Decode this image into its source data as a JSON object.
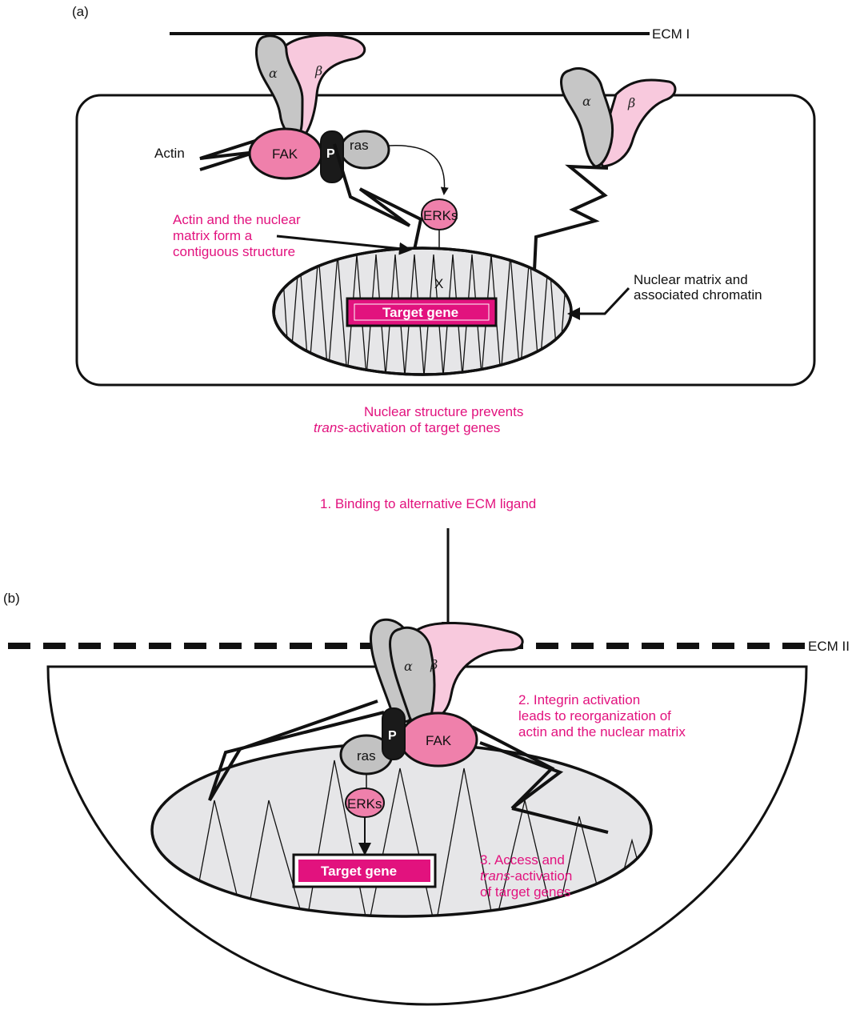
{
  "panel_a": {
    "label": "(a)",
    "ecm_label": "ECM I",
    "alpha": "α",
    "beta": "β",
    "alpha2": "α",
    "beta2": "β",
    "actin_label": "Actin",
    "fak": "FAK",
    "p": "P",
    "ras": "ras",
    "erks": "ERKs",
    "block_mark": "X",
    "target_gene": "Target gene",
    "actin_note": [
      "Actin and the nuclear",
      "matrix form a",
      "contiguous structure"
    ],
    "matrix_note": [
      "Nuclear matrix and",
      "associated chromatin"
    ],
    "caption_line1": "Nuclear structure prevents",
    "caption_italic": "trans",
    "caption_rest": "-activation of target genes"
  },
  "transition": {
    "step1": "1. Binding to alternative ECM ligand"
  },
  "panel_b": {
    "label": "(b)",
    "ecm_label": "ECM II",
    "alpha": "α",
    "beta": "β",
    "fak": "FAK",
    "p": "P",
    "ras": "ras",
    "erks": "ERKs",
    "target_gene": "Target gene",
    "step2": [
      "2. Integrin activation",
      "leads to reorganization of",
      "actin and the nuclear matrix"
    ],
    "step3_line1": "3. Access and",
    "step3_italic": "trans",
    "step3_rest": "-activation",
    "step3_line3": "of target genes"
  },
  "colors": {
    "pink_text": "#e2127e",
    "fak_pink": "#ef80ab",
    "integrin_beta": "#f8c9dd",
    "integrin_alpha": "#c6c6c6",
    "ras_grey": "#c2c2c2",
    "p_black": "#1a1a1a",
    "nucleus_fill": "#e6e6e8",
    "target_gene_fill": "#e2127e"
  }
}
